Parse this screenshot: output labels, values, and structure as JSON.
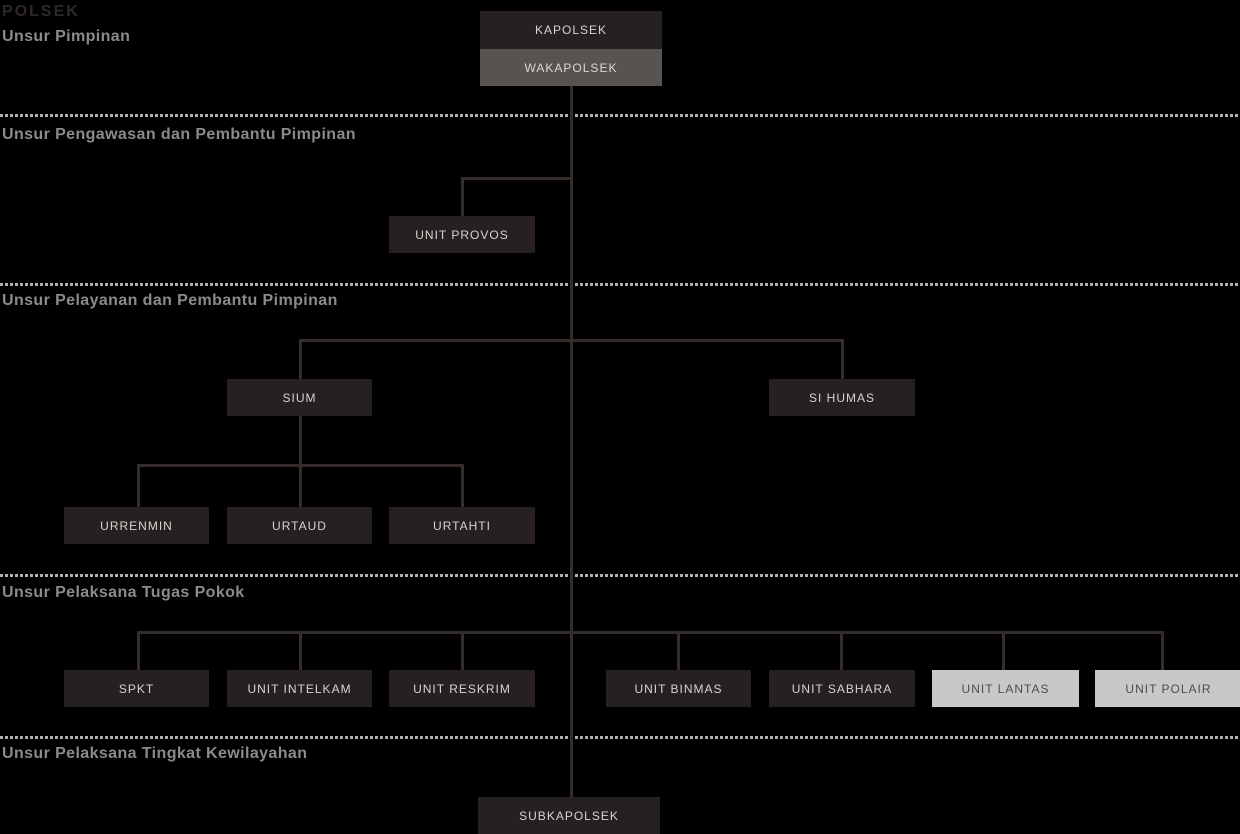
{
  "title": {
    "label": "POLSEK"
  },
  "sections": {
    "pimpinan": {
      "label": "Unsur Pimpinan"
    },
    "pengawasan": {
      "label": "Unsur Pengawasan dan Pembantu Pimpinan"
    },
    "pelayanan": {
      "label": "Unsur Pelayanan dan Pembantu Pimpinan"
    },
    "pelaksana_pokok": {
      "label": "Unsur Pelaksana Tugas Pokok"
    },
    "kewilayahan": {
      "label": "Unsur Pelaksana Tingkat Kewilayahan"
    }
  },
  "nodes": {
    "kapolsek": {
      "label": "KAPOLSEK"
    },
    "wakapolsek": {
      "label": "WAKAPOLSEK"
    },
    "unit_provos": {
      "label": "UNIT PROVOS"
    },
    "sium": {
      "label": "SIUM"
    },
    "si_humas": {
      "label": "SI HUMAS"
    },
    "urrenmin": {
      "label": "URRENMIN"
    },
    "urtaud": {
      "label": "URTAUD"
    },
    "urtahti": {
      "label": "URTAHTI"
    },
    "spkt": {
      "label": "SPKT"
    },
    "unit_intelkam": {
      "label": "UNIT INTELKAM"
    },
    "unit_reskrim": {
      "label": "UNIT RESKRIM"
    },
    "unit_binmas": {
      "label": "UNIT BINMAS"
    },
    "unit_sabhara": {
      "label": "UNIT SABHARA"
    },
    "unit_lantas": {
      "label": "UNIT LANTAS"
    },
    "unit_polair": {
      "label": "UNIT POLAIR"
    },
    "subkapolsek": {
      "label": "SUBKAPOLSEK"
    }
  },
  "colors": {
    "background": "#000000",
    "node_dark": "#262120",
    "node_gray": "#575351",
    "node_light": "#c8c8c8",
    "node_text_light": "#d6d4d2",
    "node_text_dark": "#4f4d4c",
    "connector_line": "#342d2a",
    "separator_dash": "#b2b0ae",
    "heading_text": "#8d8a88",
    "title_text": "#2e2926"
  }
}
